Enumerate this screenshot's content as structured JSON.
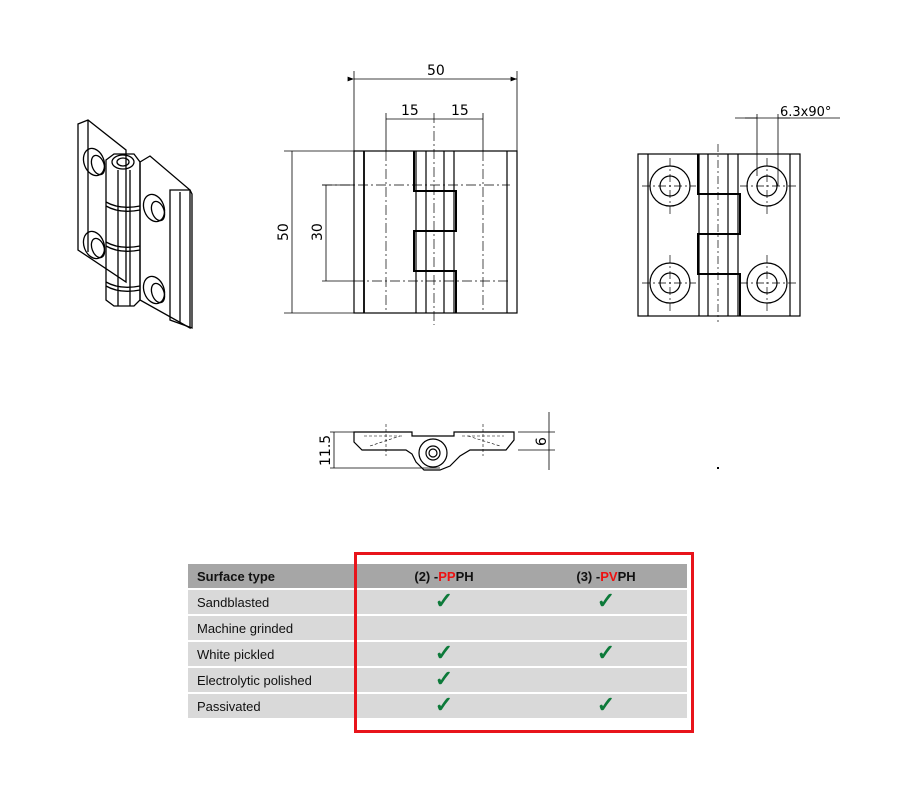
{
  "drawing": {
    "front_view": {
      "width_label": "50",
      "hole_offset_left_label": "15",
      "hole_offset_right_label": "15",
      "height_label": "50",
      "hole_spacing_label": "30"
    },
    "rear_view": {
      "countersink_label": "6.3x90°"
    },
    "top_view": {
      "thickness_total_label": "11.5",
      "leaf_thickness_label": "6"
    }
  },
  "table": {
    "headers": {
      "surface_type": "Surface type",
      "col2_prefix": "(2) -",
      "col2_highlight": "PP",
      "col2_suffix": "PH",
      "col3_prefix": "(3) -",
      "col3_highlight": "PV",
      "col3_suffix": "PH"
    },
    "check_symbol": "✓",
    "rows": [
      {
        "label": "Sandblasted",
        "pp": "✓",
        "pv": "✓"
      },
      {
        "label": "Machine grinded",
        "pp": "",
        "pv": ""
      },
      {
        "label": "White pickled",
        "pp": "✓",
        "pv": "✓"
      },
      {
        "label": "Electrolytic polished",
        "pp": "✓",
        "pv": ""
      },
      {
        "label": "Passivated",
        "pp": "✓",
        "pv": "✓"
      }
    ],
    "colors": {
      "header_bg": "#a6a6a6",
      "row_bg": "#d9d9d9",
      "check": "#0d7a3a",
      "highlight_text": "#ee1111",
      "highlight_box": "#e8141b"
    }
  }
}
